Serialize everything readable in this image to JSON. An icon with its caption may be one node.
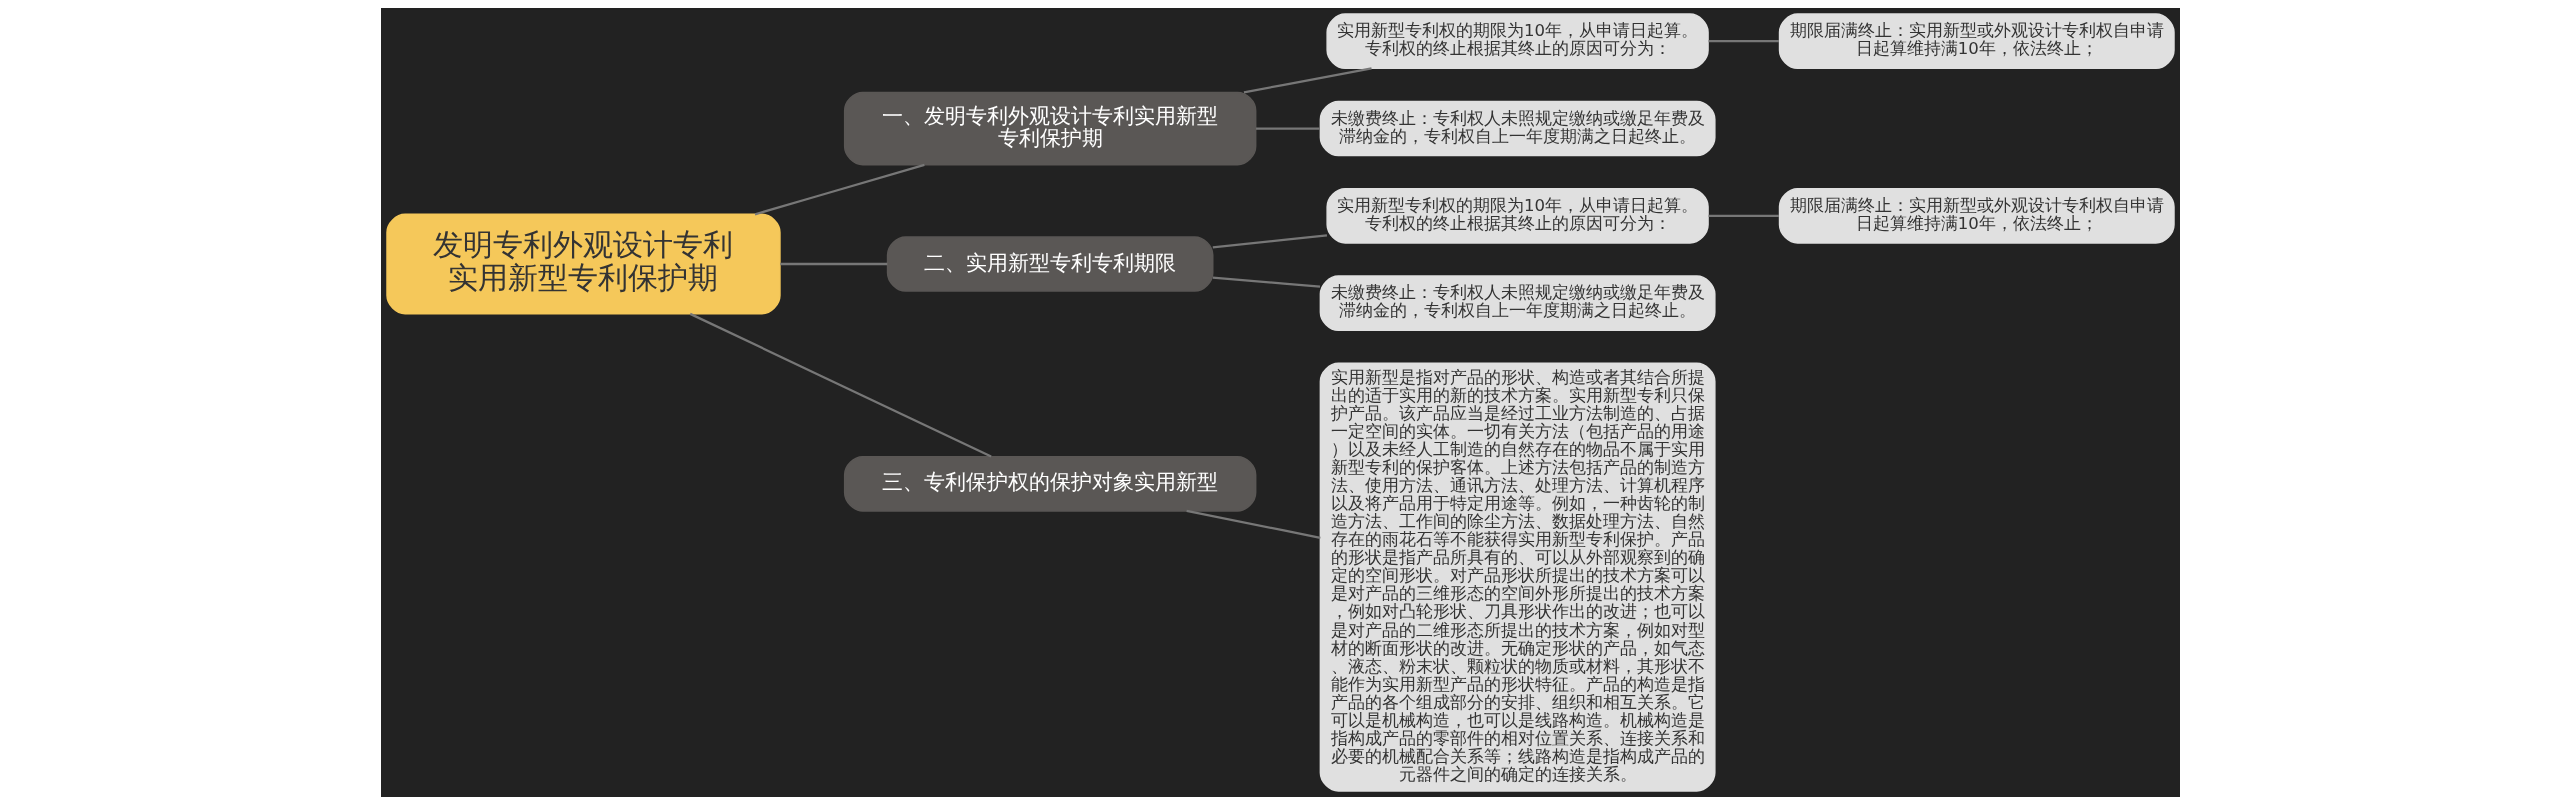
{
  "diagram": {
    "nodes": [
      {
        "text": [
          "发明专利外观设计专利实用新型专利保护期"
        ]
      },
      {
        "text": [
          "一、发明专利外观设计专利实用新型专利保护期"
        ]
      },
      {
        "text": [
          "实用新型专利权的期限为10年，从申请日起算。专利权的终止根据其终止的原因可分为："
        ]
      },
      {
        "text": [
          "期限届满终止：实用新型或外观设计专利权自申请日起算维持满10年，依法终止；"
        ]
      },
      {
        "text": [
          "未缴费终止：专利权人未照规定缴纳或缴足年费及滞纳金的，专利权自上一年度期满之日起终止。"
        ]
      },
      {
        "text": [
          "二、实用新型专利专利期限"
        ]
      },
      {
        "text": [
          "实用新型专利权的期限为10年，从申请日起算。专利权的终止根据其终止的原因可分为："
        ]
      },
      {
        "text": [
          "期限届满终止：实用新型或外观设计专利权自申请日起算维持满10年，依法终止；"
        ]
      },
      {
        "text": [
          "未缴费终止：专利权人未照规定缴纳或缴足年费及滞纳金的，专利权自上一年度期满之日起终止。"
        ]
      },
      {
        "text": [
          "三、专利保护权的保护对象实用新型"
        ]
      },
      {
        "text": [
          "实用新型是指对产品的形状、构造或者其结合所提出的适于实用的新的技术方案。实用新型专利只保护产品。该产品应当是经过工业方法制造的、占据一定空间的实体。一切有关方法（包括产品的用途）以及未经人工制造的自然存在的物品不属于实用新型专利的保护客体。上述方法包括产品的制造方法、使用方法、通讯方法、处理方法、计算机程序以及将产品用于特定用途等。例如，一种齿轮的制造方法、工作间的除尘方法、数据处理方法、自然存在的雨花石等不能获得实用新型专利保护。产品的形状是指产品所具有的、可以从外部观察到的确定的空间形状。对产品形状所提出的技术方案可以是对产品的三维形态的空间外形所提出的技术方案，例如对凸轮形状、刀具形状作出的改进；也可以是对产品的二维形态所提出的技术方案，例如对型材的断面形状的改进。无确定形状的产品，如气态、液态、粉末状、颗粒状的物质或材料，其形状不能作为实用新型产品的形状特征。产品的构造是指产品的各个组成部分的安排、组织和相互关系。它可以是机械构造，也可以是线路构造。机械构造是指构成产品的零部件的相对位置关系、连接关系和必要的机械配合关系等；线路构造是指构成产品的元器件之间的确定的连接关系。"
        ]
      }
    ],
    "edges": [
      {
        "from": 0,
        "to": 1,
        "arrow": "none"
      },
      {
        "from": 1,
        "to": 2,
        "arrow": "none"
      },
      {
        "from": 2,
        "to": 3,
        "arrow": "none"
      },
      {
        "from": 1,
        "to": 4,
        "arrow": "none"
      },
      {
        "from": 0,
        "to": 5,
        "arrow": "none"
      },
      {
        "from": 5,
        "to": 6,
        "arrow": "none"
      },
      {
        "from": 6,
        "to": 7,
        "arrow": "none"
      },
      {
        "from": 5,
        "to": 8,
        "arrow": "none"
      },
      {
        "from": 0,
        "to": 9,
        "arrow": "none"
      },
      {
        "from": 9,
        "to": 10,
        "arrow": "none"
      }
    ]
  }
}
